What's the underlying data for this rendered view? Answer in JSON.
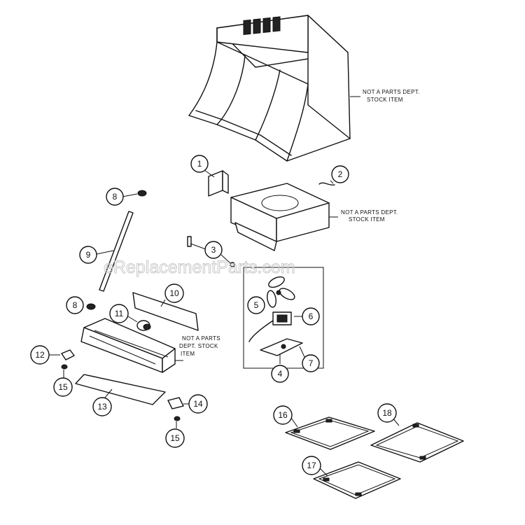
{
  "watermark": "eReplacementParts.com",
  "notes": {
    "hood": [
      "NOT A PARTS DEPT.",
      "STOCK ITEM"
    ],
    "blower_housing": [
      "NOT A PARTS DEPT.",
      "STOCK ITEM"
    ],
    "lower_housing": [
      "NOT A PARTS",
      "DEPT. STOCK",
      "ITEM"
    ]
  },
  "callouts": {
    "c1": "1",
    "c2": "2",
    "c3": "3",
    "c4": "4",
    "c5": "5",
    "c6": "6",
    "c7": "7",
    "c8a": "8",
    "c8b": "8",
    "c9": "9",
    "c10": "10",
    "c11": "11",
    "c12": "12",
    "c13": "13",
    "c14": "14",
    "c15a": "15",
    "c15b": "15",
    "c16": "16",
    "c17": "17",
    "c18": "18"
  }
}
